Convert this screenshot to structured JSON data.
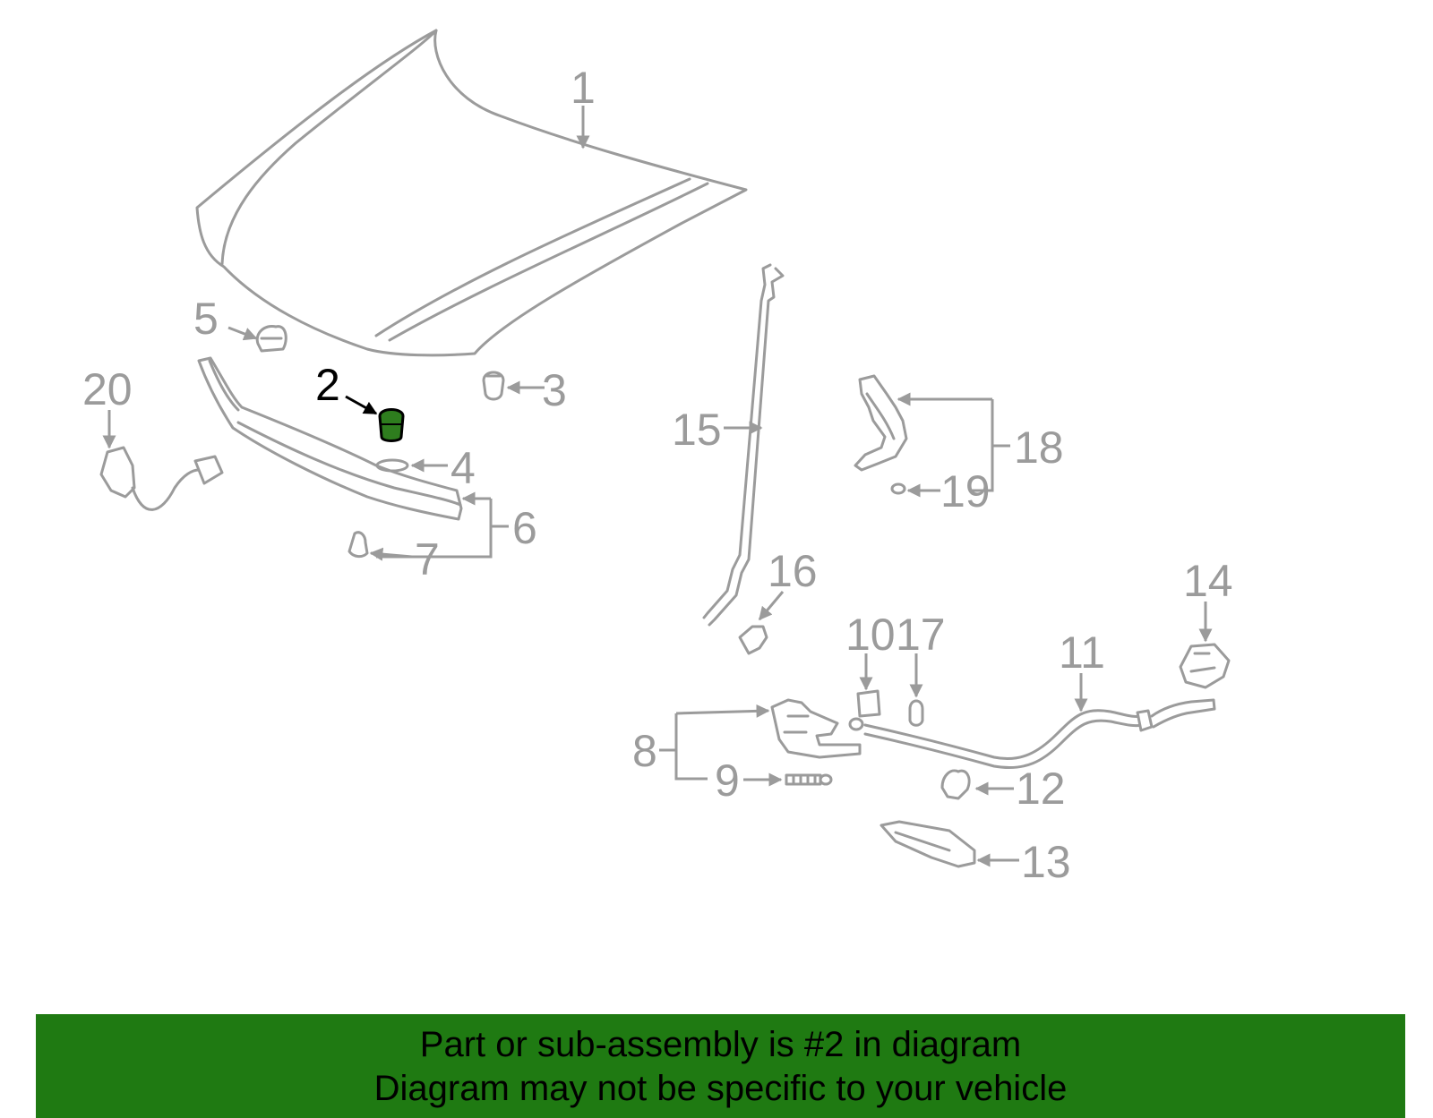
{
  "diagram": {
    "colors": {
      "line": "#9b9b9b",
      "highlight_fill": "#2e7d1e",
      "highlight_stroke": "#000000",
      "banner_bg": "#1f7a12",
      "banner_text": "#000000"
    },
    "highlighted_part": "2",
    "callouts": [
      {
        "id": "1",
        "label": "1"
      },
      {
        "id": "2",
        "label": "2"
      },
      {
        "id": "3",
        "label": "3"
      },
      {
        "id": "4",
        "label": "4"
      },
      {
        "id": "5",
        "label": "5"
      },
      {
        "id": "6",
        "label": "6"
      },
      {
        "id": "7",
        "label": "7"
      },
      {
        "id": "8",
        "label": "8"
      },
      {
        "id": "9",
        "label": "9"
      },
      {
        "id": "10",
        "label": "10"
      },
      {
        "id": "11",
        "label": "11"
      },
      {
        "id": "12",
        "label": "12"
      },
      {
        "id": "13",
        "label": "13"
      },
      {
        "id": "14",
        "label": "14"
      },
      {
        "id": "15",
        "label": "15"
      },
      {
        "id": "16",
        "label": "16"
      },
      {
        "id": "17",
        "label": "17"
      },
      {
        "id": "18",
        "label": "18"
      },
      {
        "id": "19",
        "label": "19"
      },
      {
        "id": "20",
        "label": "20"
      }
    ]
  },
  "banner": {
    "line1": "Part or sub-assembly is #2 in diagram",
    "line2": "Diagram may not be specific to your vehicle"
  }
}
